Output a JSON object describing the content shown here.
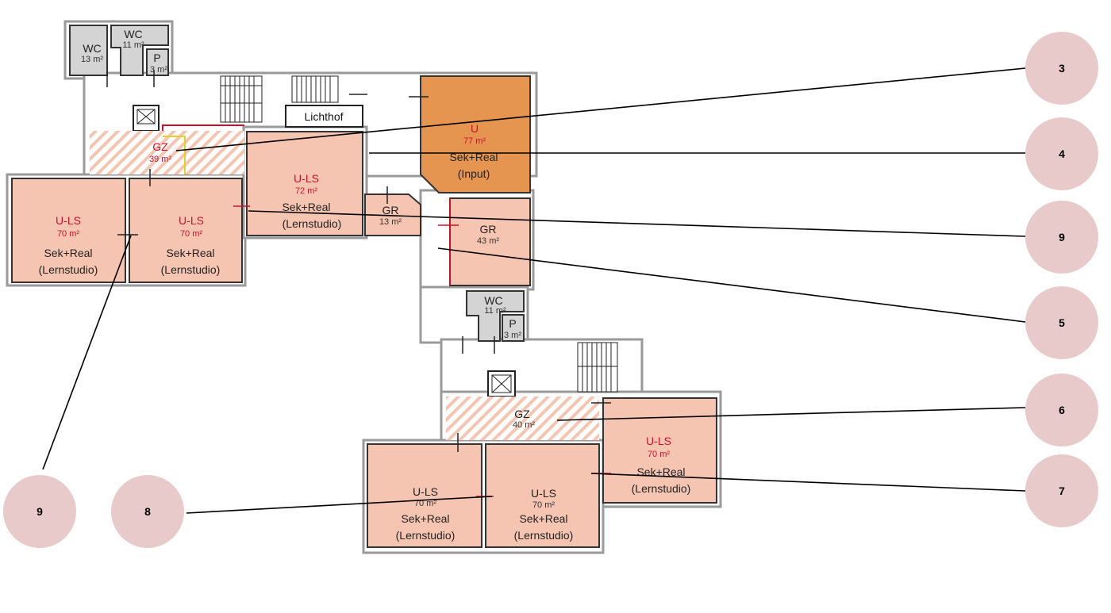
{
  "plan": {
    "rooms": [
      {
        "code": "WC",
        "area": "13 m²"
      },
      {
        "code": "WC",
        "area": "11 m²"
      },
      {
        "code": "P",
        "area": "3 m²"
      },
      {
        "code": "Lichthof"
      },
      {
        "code": "GZ",
        "area": "39 m²"
      },
      {
        "code": "U-LS",
        "area": "72 m²",
        "use": "Sek+Real",
        "type": "(Lernstudio)"
      },
      {
        "code": "U",
        "area": "77 m²",
        "use": "Sek+Real",
        "type": "(Input)"
      },
      {
        "code": "U-LS",
        "area": "70 m²",
        "use": "Sek+Real",
        "type": "(Lernstudio)"
      },
      {
        "code": "U-LS",
        "area": "70 m²",
        "use": "Sek+Real",
        "type": "(Lernstudio)"
      },
      {
        "code": "GR",
        "area": "13 m²"
      },
      {
        "code": "GR",
        "area": "43 m²"
      },
      {
        "code": "WC",
        "area": "11 m²"
      },
      {
        "code": "P",
        "area": "3 m²"
      },
      {
        "code": "GZ",
        "area": "40 m²"
      },
      {
        "code": "U-LS",
        "area": "70 m²",
        "use": "Sek+Real",
        "type": "(Lernstudio)"
      },
      {
        "code": "U-LS",
        "area": "70 m²",
        "use": "Sek+Real",
        "type": "(Lernstudio)"
      },
      {
        "code": "U-LS",
        "area": "70 m²",
        "use": "Sek+Real",
        "type": "(Lernstudio)"
      }
    ]
  },
  "callouts": [
    {
      "number": "3"
    },
    {
      "number": "4"
    },
    {
      "number": "9"
    },
    {
      "number": "5"
    },
    {
      "number": "6"
    },
    {
      "number": "7"
    },
    {
      "number": "9"
    },
    {
      "number": "8"
    }
  ],
  "colors": {
    "room": "#f6c5b2",
    "input_room": "#e59550",
    "bubble": "#e9caca",
    "label_red": "#d0102a"
  }
}
